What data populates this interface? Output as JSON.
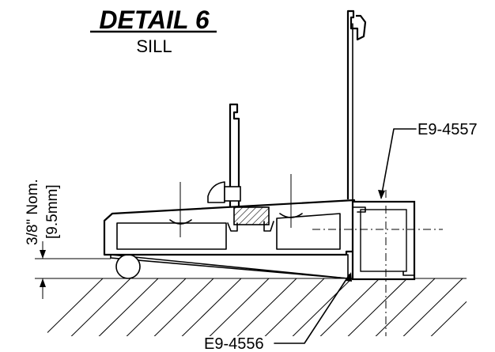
{
  "title": "DETAIL 6",
  "subtitle": "SILL",
  "callouts": {
    "upper_part": "E9-4557",
    "lower_part": "E9-4556"
  },
  "dimension": {
    "nominal": "3/8\" Nom.",
    "metric": "[9.5mm]"
  }
}
